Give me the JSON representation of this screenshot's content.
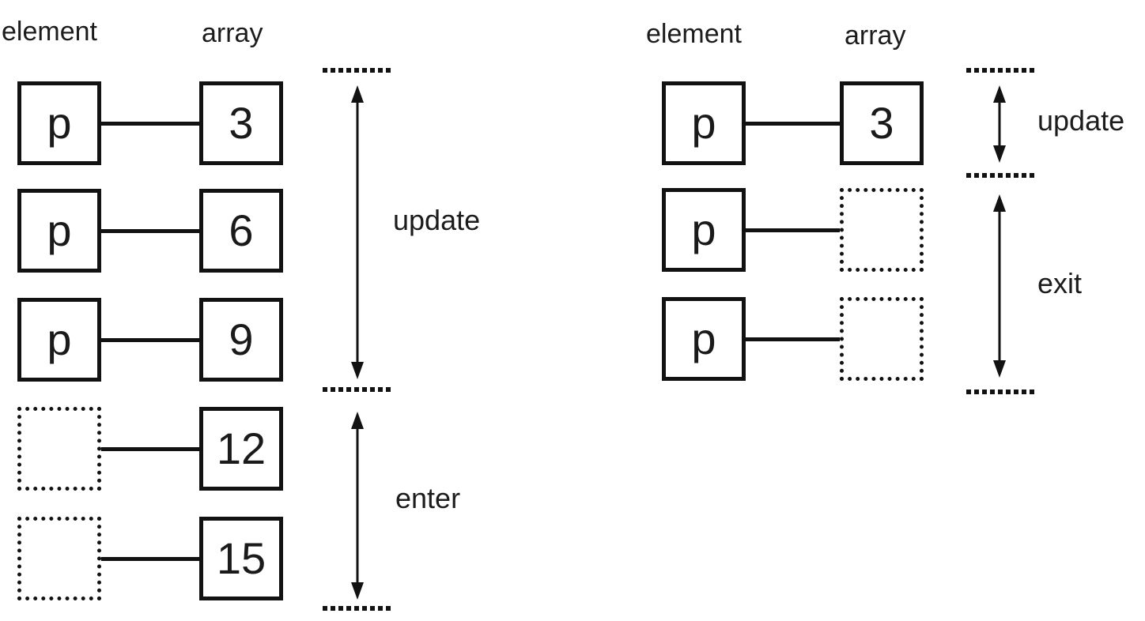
{
  "diagram": {
    "description": "data join selections diagram",
    "left": {
      "element_header": "element",
      "array_header": "array",
      "rows": [
        {
          "element": "p",
          "element_box": "solid",
          "array": "3",
          "array_box": "solid"
        },
        {
          "element": "p",
          "element_box": "solid",
          "array": "6",
          "array_box": "solid"
        },
        {
          "element": "p",
          "element_box": "solid",
          "array": "9",
          "array_box": "solid"
        },
        {
          "element": "",
          "element_box": "dotted",
          "array": "12",
          "array_box": "solid"
        },
        {
          "element": "",
          "element_box": "dotted",
          "array": "15",
          "array_box": "solid"
        }
      ],
      "labels": {
        "update": "update",
        "enter": "enter"
      }
    },
    "right": {
      "element_header": "element",
      "array_header": "array",
      "rows": [
        {
          "element": "p",
          "element_box": "solid",
          "array": "3",
          "array_box": "solid"
        },
        {
          "element": "p",
          "element_box": "solid",
          "array": "",
          "array_box": "dotted"
        },
        {
          "element": "p",
          "element_box": "solid",
          "array": "",
          "array_box": "dotted"
        }
      ],
      "labels": {
        "update": "update",
        "exit": "exit"
      }
    },
    "colors": {
      "stroke": "#121212",
      "text": "#1c1c1c",
      "background": "#ffffff"
    }
  }
}
